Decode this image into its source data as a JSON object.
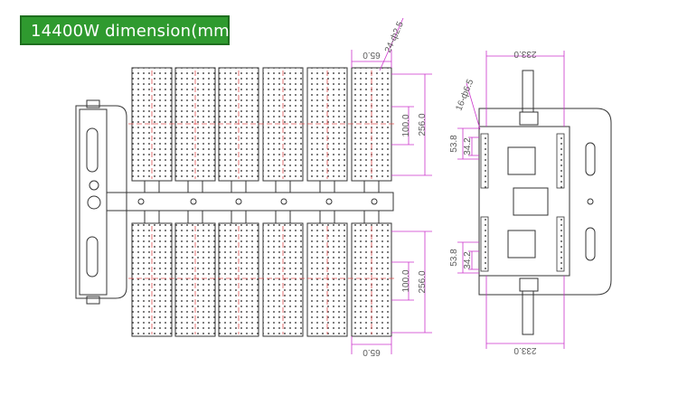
{
  "title": "14400W  dimension(mm):",
  "colors": {
    "banner": "#2f9a2f",
    "dimension": "#cc33cc",
    "centerline": "#e05050",
    "outline": "#333333"
  },
  "left_view": {
    "module_width_dim": "65.0",
    "top_module_height_dim": "256.0",
    "top_hole_spacing_dim": "100.0",
    "bottom_module_height_dim": "256.0",
    "bottom_hole_spacing_dim": "100.0",
    "bottom_module_width_dim": "65.0",
    "lens_callout": "24-ф2.5"
  },
  "right_view": {
    "top_width_dim": "233.0",
    "bottom_width_dim": "233.0",
    "hole_callout": "16-ф6.5",
    "upper_outer_dim": "53.8",
    "upper_inner_dim": "34.2",
    "lower_outer_dim": "53.8",
    "lower_inner_dim": "34.2"
  }
}
